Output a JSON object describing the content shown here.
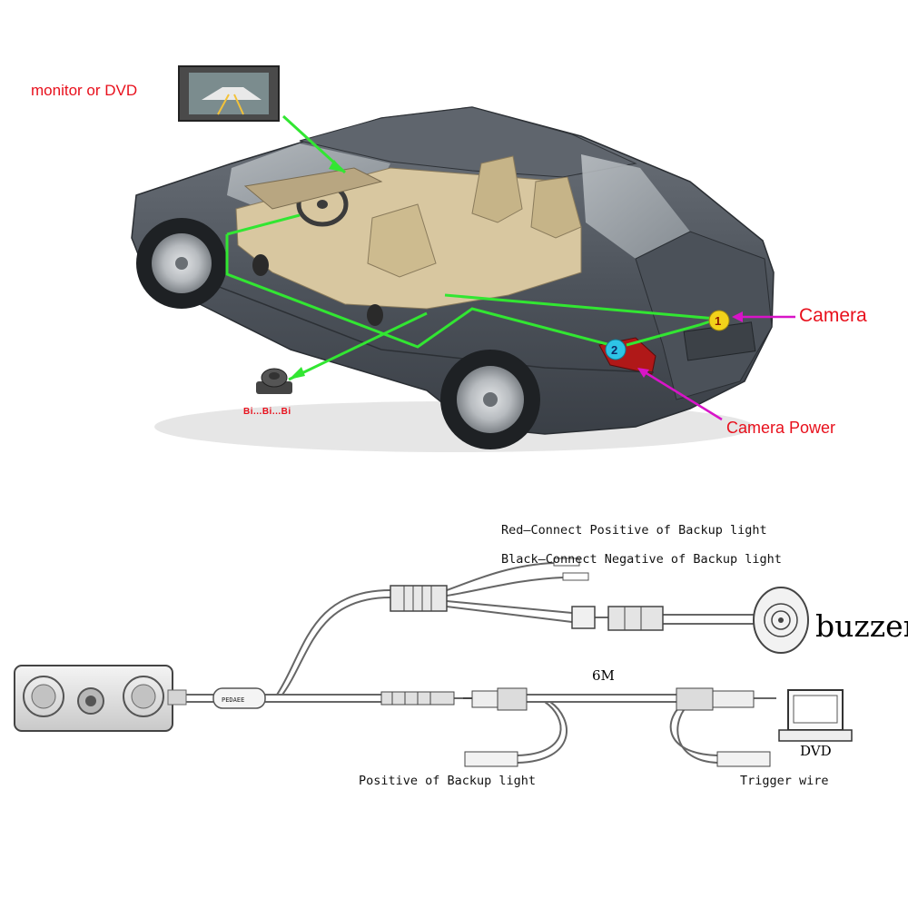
{
  "labels": {
    "monitor": "monitor or DVD",
    "camera": "Camera",
    "camera_power": "Camera Power",
    "beep": "Bi...Bi...Bi",
    "red_wire": "Red—Connect Positive of Backup light",
    "black_wire": "Black—Connect Negative of Backup light",
    "buzzer": "buzzer",
    "cable_length": "6M",
    "dvd": "DVD",
    "positive_backup": "Positive of Backup light",
    "trigger_wire": "Trigger wire",
    "cable_segment": "PEDAEE"
  },
  "badges": {
    "one": "1",
    "two": "2"
  },
  "colors": {
    "wire_green": "#32e632",
    "pointer_magenta": "#d814c8",
    "label_red": "#e8101c",
    "car_body": "#5b6068",
    "interior": "#d8c7a0",
    "badge_yellow": "#f2d21a",
    "badge_cyan": "#2ec4e6"
  }
}
